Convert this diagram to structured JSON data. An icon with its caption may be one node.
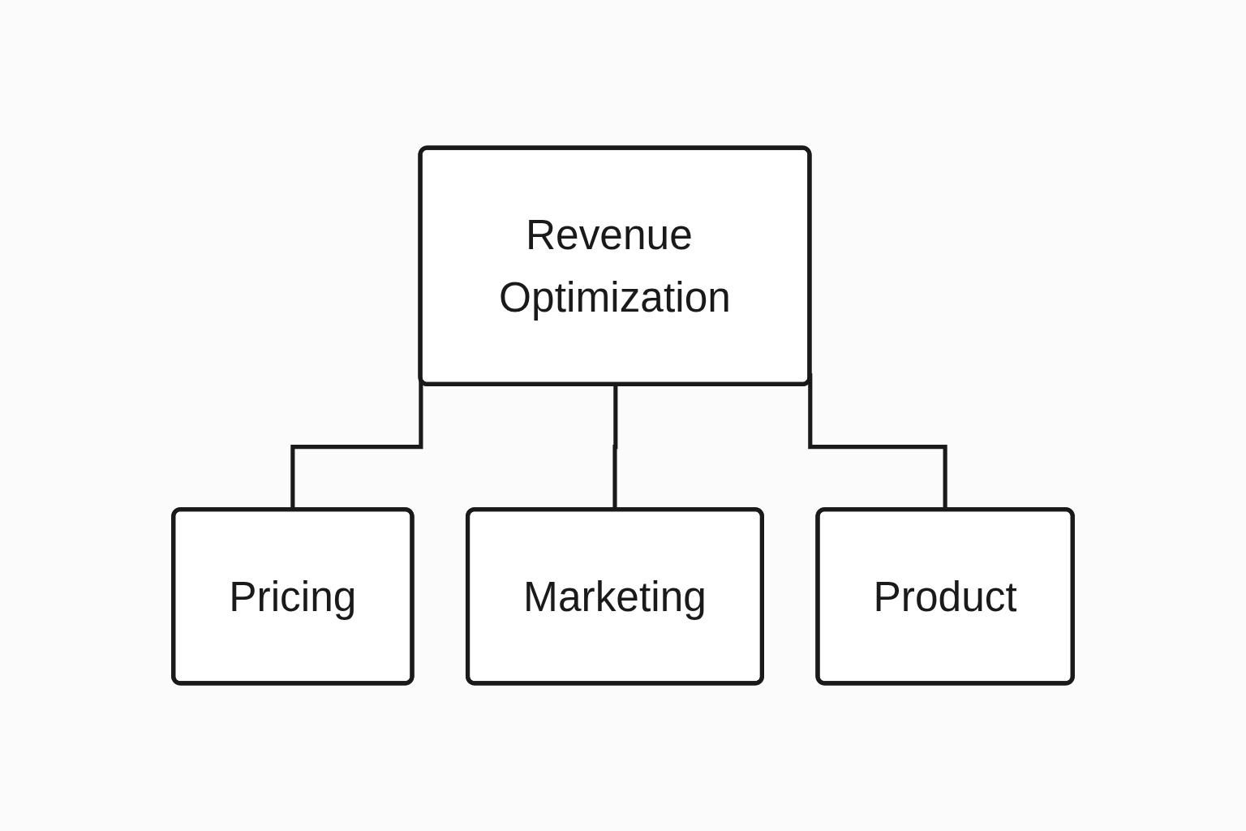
{
  "diagram": {
    "nodes": [
      {
        "text": [
          "Revenue Optimization"
        ]
      },
      {
        "text": [
          "Pricing"
        ]
      },
      {
        "text": [
          "Marketing"
        ]
      },
      {
        "text": [
          "Product"
        ]
      }
    ],
    "edges": [
      {
        "from": 0,
        "to": 1,
        "arrow": "none"
      },
      {
        "from": 0,
        "to": 2,
        "arrow": "none"
      },
      {
        "from": 0,
        "to": 3,
        "arrow": "none"
      }
    ]
  }
}
